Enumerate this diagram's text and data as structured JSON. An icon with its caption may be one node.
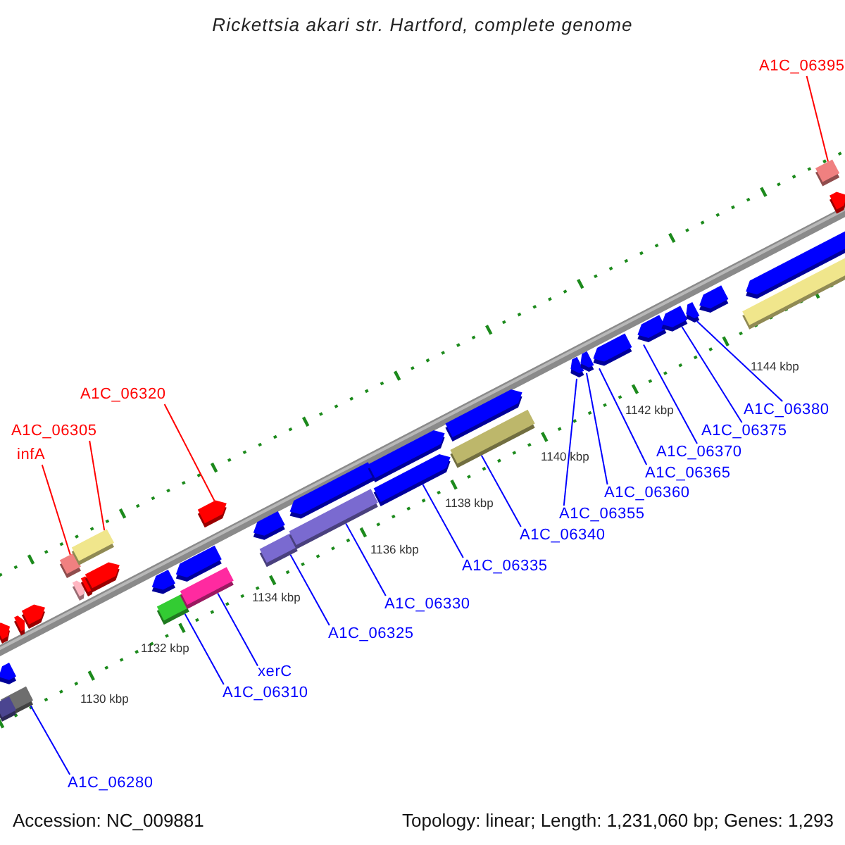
{
  "diagram": {
    "title": "Rickettsia akari str. Hartford, complete genome",
    "nodes": [
      {
        "text": [
          "A1C_06395"
        ]
      },
      {
        "text": [
          "A1C_06320"
        ]
      },
      {
        "text": [
          "A1C_06305"
        ]
      },
      {
        "text": [
          "infA"
        ]
      },
      {
        "text": [
          "A1C_06380"
        ]
      },
      {
        "text": [
          "A1C_06375"
        ]
      },
      {
        "text": [
          "A1C_06370"
        ]
      },
      {
        "text": [
          "A1C_06365"
        ]
      },
      {
        "text": [
          "A1C_06360"
        ]
      },
      {
        "text": [
          "A1C_06355"
        ]
      },
      {
        "text": [
          "A1C_06340"
        ]
      },
      {
        "text": [
          "A1C_06335"
        ]
      },
      {
        "text": [
          "A1C_06330"
        ]
      },
      {
        "text": [
          "A1C_06325"
        ]
      },
      {
        "text": [
          "xerC"
        ]
      },
      {
        "text": [
          "A1C_06310"
        ]
      },
      {
        "text": [
          "A1C_06280"
        ]
      },
      {
        "text": [],
        "shape": "box"
      },
      {
        "text": [],
        "shape": "box"
      },
      {
        "text": [],
        "shape": "box"
      },
      {
        "text": [],
        "shape": "box"
      },
      {
        "text": [],
        "shape": "box"
      },
      {
        "text": [],
        "shape": "arrow"
      },
      {
        "text": [],
        "shape": "box"
      },
      {
        "text": [],
        "shape": "box"
      },
      {
        "text": [],
        "shape": "arrow"
      },
      {
        "text": [],
        "shape": "box"
      },
      {
        "text": [],
        "shape": "arrow"
      },
      {
        "text": [],
        "shape": "arrow"
      },
      {
        "text": [],
        "shape": "arrow"
      },
      {
        "text": [],
        "shape": "arrow"
      },
      {
        "text": [],
        "shape": "arrow"
      },
      {
        "text": [],
        "shape": "arrow"
      },
      {
        "text": [],
        "shape": "box"
      },
      {
        "text": [],
        "shape": "arrow"
      },
      {
        "text": [],
        "shape": "box"
      },
      {
        "text": [],
        "shape": "arrow"
      },
      {
        "text": [],
        "shape": "arrow"
      },
      {
        "text": [],
        "shape": "arrow"
      },
      {
        "text": [],
        "shape": "arrow"
      },
      {
        "text": [],
        "shape": "arrow"
      },
      {
        "text": [],
        "shape": "arrow"
      },
      {
        "text": [],
        "shape": "arrow"
      },
      {
        "text": [],
        "shape": "arrow"
      },
      {
        "text": [],
        "shape": "arrow"
      },
      {
        "text": [],
        "shape": "arrow"
      },
      {
        "text": [],
        "shape": "arrow"
      },
      {
        "text": [],
        "shape": "arrow"
      },
      {
        "text": [],
        "shape": "arrow"
      },
      {
        "text": [],
        "shape": "arrow"
      },
      {
        "text": [],
        "shape": "box"
      },
      {
        "text": [],
        "shape": "arrow"
      }
    ],
    "edges": [
      {
        "from": 0,
        "to": 33,
        "arrow": "none",
        "color": "#ff0000"
      },
      {
        "from": 1,
        "to": 22,
        "arrow": "none",
        "color": "#ff0000"
      },
      {
        "from": 2,
        "to": 19,
        "arrow": "none",
        "color": "#ff0000"
      },
      {
        "from": 3,
        "to": 18,
        "arrow": "none",
        "color": "#ff0000"
      },
      {
        "from": 4,
        "to": 32,
        "arrow": "none"
      },
      {
        "from": 5,
        "to": 31,
        "arrow": "none"
      },
      {
        "from": 6,
        "to": 30,
        "arrow": "none"
      },
      {
        "from": 7,
        "to": 29,
        "arrow": "none"
      },
      {
        "from": 8,
        "to": 28,
        "arrow": "none"
      },
      {
        "from": 9,
        "to": 27,
        "arrow": "none"
      },
      {
        "from": 10,
        "to": 26,
        "arrow": "none"
      },
      {
        "from": 11,
        "to": 25,
        "arrow": "none"
      },
      {
        "from": 12,
        "to": 24,
        "arrow": "none"
      },
      {
        "from": 13,
        "to": 23,
        "arrow": "none"
      },
      {
        "from": 14,
        "to": 21,
        "arrow": "none"
      },
      {
        "from": 15,
        "to": 20,
        "arrow": "none"
      },
      {
        "from": 16,
        "to": 17,
        "arrow": "none"
      }
    ],
    "labels": [
      "1144 kbp",
      "1142 kbp",
      "1140 kbp",
      "1138 kbp",
      "1136 kbp",
      "1134 kbp",
      "1132 kbp",
      "1130 kbp",
      "Accession: NC_009881",
      "Topology: linear; Length: 1,231,060 bp; Genes: 1,293"
    ]
  }
}
